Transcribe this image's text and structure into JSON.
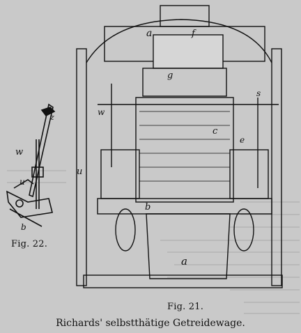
{
  "figures": {
    "fig22": {
      "caption": "Fig. 22."
    },
    "fig21": {
      "caption": "Fig. 21."
    }
  },
  "title": "Richards' selbstthätige Getreidewage.",
  "labels": {
    "a_top": "a",
    "f": "f",
    "g": "g",
    "c": "c",
    "s": "s",
    "e": "e",
    "w": "w",
    "u": "u",
    "b": "b",
    "a_bottom": "a",
    "w22": "w",
    "u22": "u",
    "z22": "z",
    "b22": "b"
  },
  "colors": {
    "paper": "#c9c9c9",
    "ink": "#111111"
  }
}
